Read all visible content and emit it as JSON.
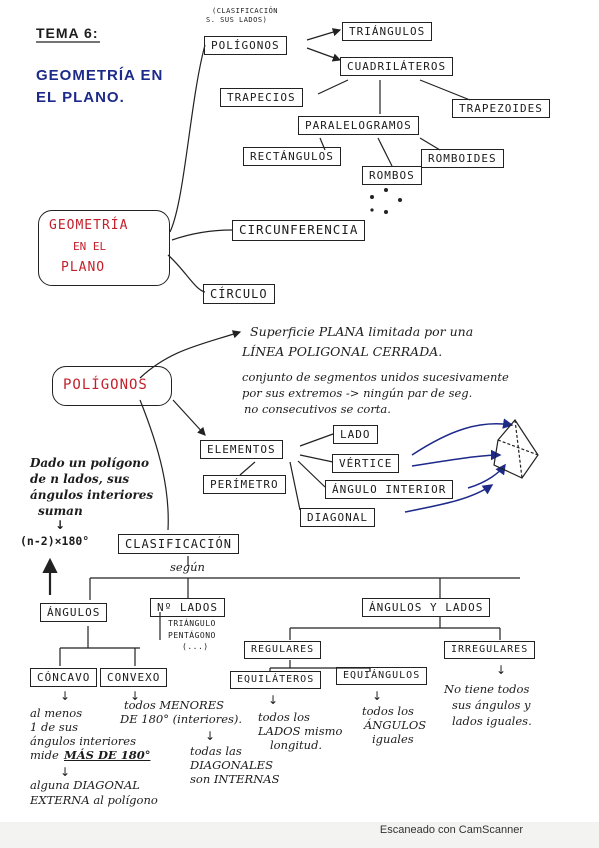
{
  "header": {
    "tema": "TEMA 6:",
    "subject_line1": "GEOMETRÍA EN",
    "subject_line2": "EL PLANO."
  },
  "tree": {
    "root_line1": "GEOMETRÍA",
    "root_line2": "EN EL",
    "root_line3": "PLANO",
    "poligonos": "POLÍGONOS",
    "clasificacion_note_1": "(CLASIFICACIÓN",
    "clasificacion_note_2": "S. SUS LADOS)",
    "triangulos": "TRIÁNGULOS",
    "cuadrilateros": "CUADRILÁTEROS",
    "trapecios": "TRAPECIOS",
    "trapezoides": "TRAPEZOIDES",
    "paralelogramos": "PARALELOGRAMOS",
    "rectangulos": "RECTÁNGULOS",
    "romboides": "ROMBOIDES",
    "rombos": "ROMBOS",
    "circunferencia": "CIRCUNFERENCIA",
    "circulo": "CÍRCULO"
  },
  "definicion": {
    "poligonos": "POLÍGONOS",
    "line1": "Superficie PLANA limitada por una",
    "line2": "LÍNEA POLIGONAL CERRADA.",
    "line3": "conjunto de segmentos unidos sucesivamente",
    "line4": "por sus extremos -> ningún par de seg.",
    "line5": "no consecutivos se corta."
  },
  "elementos": {
    "label": "ELEMENTOS",
    "lado": "LADO",
    "vertice": "VÉRTICE",
    "angulo_interior": "ÁNGULO INTERIOR",
    "diagonal": "DIAGONAL",
    "perimetro": "PERÍMETRO"
  },
  "nota_angulos": {
    "line1": "Dado un polígono",
    "line2": "de n lados, sus",
    "line3": "ángulos interiores",
    "line4": "suman",
    "arrow": "↓",
    "formula": "(n-2)×180°"
  },
  "clasificacion": {
    "label": "CLASIFICACIÓN",
    "segun": "según",
    "angulos": "ÁNGULOS",
    "no_lados": "Nº LADOS",
    "triangulo": "TRIÁNGULO",
    "pentagono": "PENTÁGONO",
    "etc": "(...)",
    "angulos_y_lados": "ÁNGULOS Y LADOS",
    "concavo": "CÓNCAVO",
    "convexo": "CONVEXO",
    "regulares": "REGULARES",
    "irregulares": "IRREGULARES",
    "equilateros": "EQUILÁTEROS",
    "equiangulos": "EQUIÁNGULOS"
  },
  "notas": {
    "concavo_1": "al menos",
    "concavo_2": "1 de sus",
    "concavo_3": "ángulos interiores",
    "concavo_4": "mide",
    "concavo_4b": "MÁS DE 180°",
    "concavo_5": "alguna DIAGONAL",
    "concavo_6": "EXTERNA al polígono",
    "convexo_1": "todos MENORES",
    "convexo_2": "DE 180° (interiores).",
    "convexo_3": "todas las",
    "convexo_4": "DIAGONALES",
    "convexo_5": "son INTERNAS",
    "equil_1": "todos los",
    "equil_2": "LADOS mismo",
    "equil_3": "longitud.",
    "equia_1": "todos los",
    "equia_2": "ÁNGULOS",
    "equia_3": "iguales",
    "irreg_1": "No tiene todos",
    "irreg_2": "sus ángulos y",
    "irreg_3": "lados iguales."
  },
  "footer": "Escaneado con CamScanner"
}
